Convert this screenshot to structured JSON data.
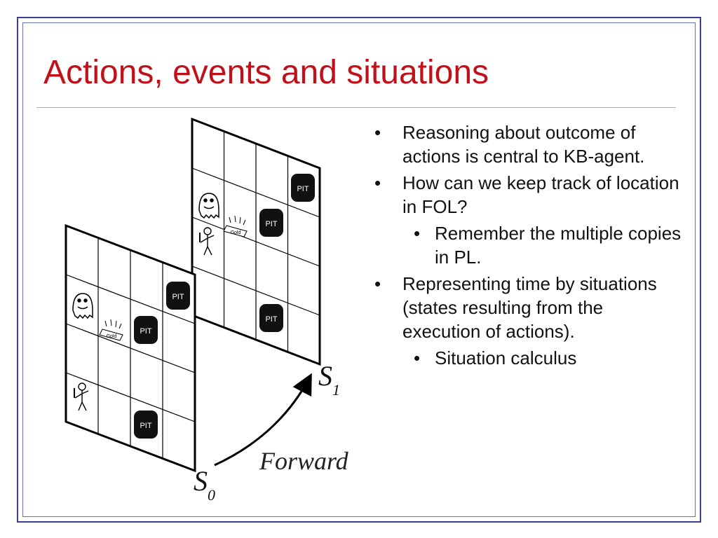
{
  "slide": {
    "title": "Actions, events and situations",
    "bullets": [
      {
        "level": 1,
        "text": "Reasoning about outcome of actions is central to KB-agent."
      },
      {
        "level": 1,
        "text": "How can we keep track of location in FOL?"
      },
      {
        "level": 2,
        "text": "Remember the multiple copies in PL."
      },
      {
        "level": 1,
        "text": "Representing time by situations (states resulting from the execution of actions)."
      },
      {
        "level": 2,
        "text": "Situation calculus"
      }
    ],
    "bullet_glyph": "•"
  },
  "figure": {
    "pit_label": "PIT",
    "gold_label": "Gold",
    "action_label": "Forward",
    "situation_s0": "S",
    "situation_s0_sub": "0",
    "situation_s1": "S",
    "situation_s1_sub": "1"
  },
  "colors": {
    "title": "#c0101a",
    "frame": "#3a3f8f",
    "rule": "#f0a060"
  }
}
